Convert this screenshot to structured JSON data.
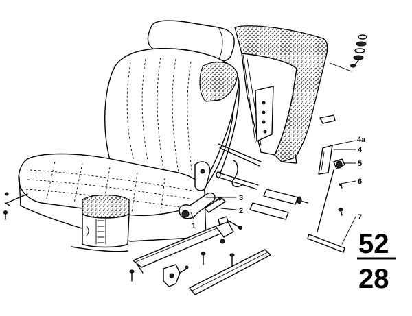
{
  "callouts": {
    "c4a": "4a",
    "c4": "4",
    "c5": "5",
    "c6": "6",
    "c7": "7",
    "c3": "3",
    "c2": "2",
    "c1": "1"
  },
  "group_number": {
    "top": "52",
    "bottom": "28"
  }
}
